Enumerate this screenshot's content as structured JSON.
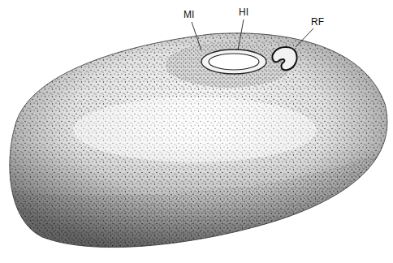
{
  "diagram": {
    "labels": [
      "MI",
      "HI",
      "RF"
    ]
  }
}
